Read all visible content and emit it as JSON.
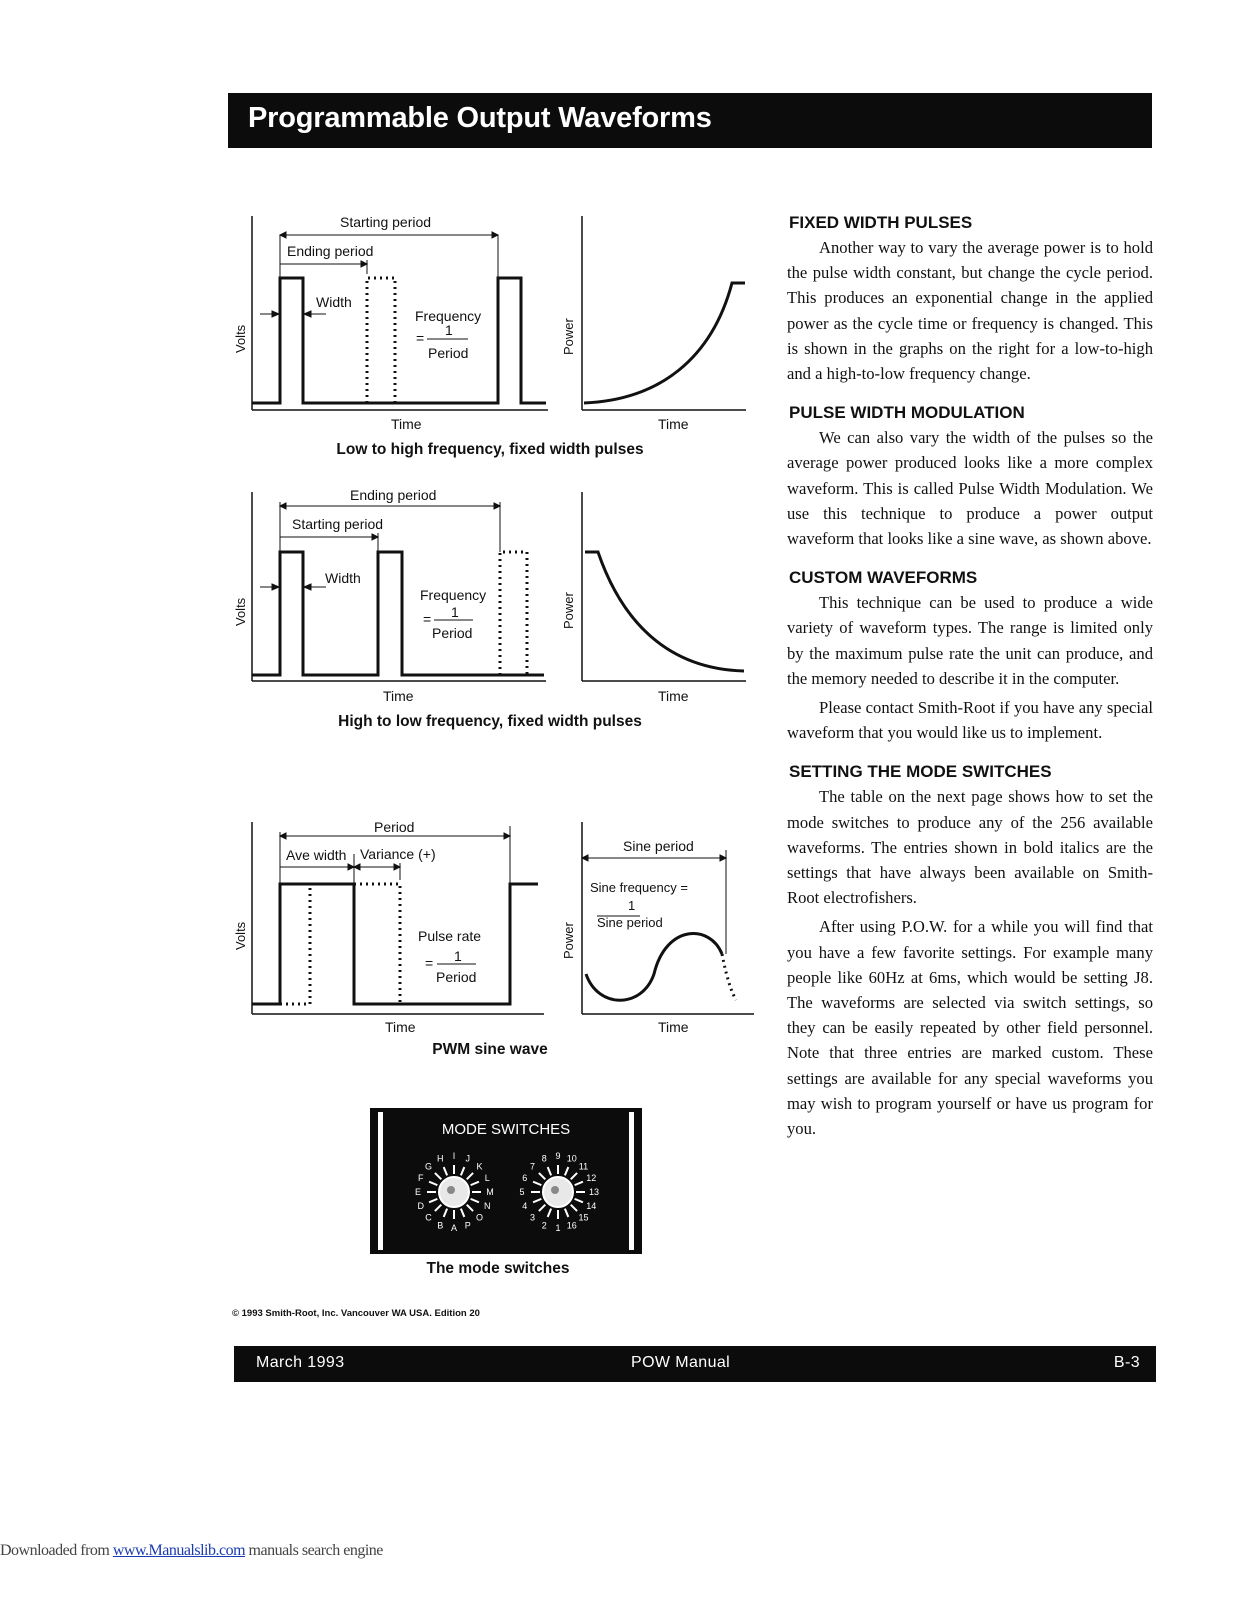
{
  "header": {
    "title": "Programmable Output Waveforms"
  },
  "figure1": {
    "starting_period": "Starting period",
    "ending_period": "Ending period",
    "width": "Width",
    "frequency": "Frequency",
    "equals": "=",
    "one": "1",
    "period": "Period",
    "volts": "Volts",
    "power": "Power",
    "time_left": "Time",
    "time_right": "Time",
    "caption": "Low to high frequency, fixed width pulses"
  },
  "figure2": {
    "ending_period": "Ending period",
    "starting_period": "Starting period",
    "width": "Width",
    "frequency": "Frequency",
    "equals": "=",
    "one": "1",
    "period": "Period",
    "volts": "Volts",
    "power": "Power",
    "time_left": "Time",
    "time_right": "Time",
    "caption": "High to low frequency, fixed width pulses"
  },
  "figure3": {
    "period": "Period",
    "ave_width": "Ave width",
    "variance": "Variance (+)",
    "pulse_rate": "Pulse rate",
    "equals": "=",
    "one": "1",
    "period_den": "Period",
    "volts": "Volts",
    "power": "Power",
    "sine_period": "Sine period",
    "sine_frequency": "Sine frequency =",
    "sine_one": "1",
    "sine_period_den": "Sine period",
    "time_left": "Time",
    "time_right": "Time",
    "caption": "PWM sine wave"
  },
  "mode_panel": {
    "title": "MODE SWITCHES",
    "left_dial_labels": [
      "F",
      "G",
      "H",
      "I",
      "J",
      "K",
      "L",
      "M",
      "N",
      "O",
      "P",
      "A",
      "B",
      "C",
      "D",
      "E"
    ],
    "right_dial_labels": [
      "6",
      "7",
      "8",
      "9",
      "10",
      "11",
      "12",
      "13",
      "14",
      "15",
      "16",
      "1",
      "2",
      "3",
      "4",
      "5"
    ],
    "caption": "The mode switches"
  },
  "column": {
    "sections": [
      {
        "heading": "FIXED WIDTH PULSES",
        "paragraphs": [
          "Another way to vary the average power is to hold the pulse width constant, but change the cycle period. This produces an exponential change in the applied power as the cycle time or frequency is changed. This is shown in the graphs on the right for a low-to-high and a high-to-low frequency change."
        ]
      },
      {
        "heading": "PULSE WIDTH MODULATION",
        "paragraphs": [
          "We can also vary the width of the pulses so the average power produced looks like a more complex waveform. This is called Pulse Width Modulation. We use this technique to produce a power output waveform that looks like a sine wave, as shown above."
        ]
      },
      {
        "heading": "CUSTOM WAVEFORMS",
        "paragraphs": [
          "This technique can be used to produce a wide variety of waveform types. The range is limited only by the maximum pulse rate the unit can produce, and the memory needed to describe it in the computer.",
          "Please contact Smith-Root if you have any special waveform that you would like us to implement."
        ]
      },
      {
        "heading": "SETTING THE MODE SWITCHES",
        "paragraphs": [
          "The table on the next page shows how to set the mode switches to produce any of the 256 available waveforms. The entries shown in bold italics are the settings that have always been available on Smith-Root electrofishers.",
          "After using P.O.W. for a while you will find that you have a few favorite settings. For example many people like 60Hz at 6ms, which would be setting J8. The waveforms are selected via switch settings, so they can be easily repeated by other field personnel. Note that three entries are marked custom. These settings are available for any special waveforms you may wish to program yourself or have us program for you."
        ]
      }
    ]
  },
  "copyright": "© 1993 Smith-Root, Inc. Vancouver WA USA. Edition 20",
  "footer": {
    "date": "March 1993",
    "manual": "POW Manual",
    "page": "B-3"
  },
  "download": {
    "prefix": "Downloaded from ",
    "link": "www.Manualslib.com",
    "suffix": " manuals search engine"
  }
}
